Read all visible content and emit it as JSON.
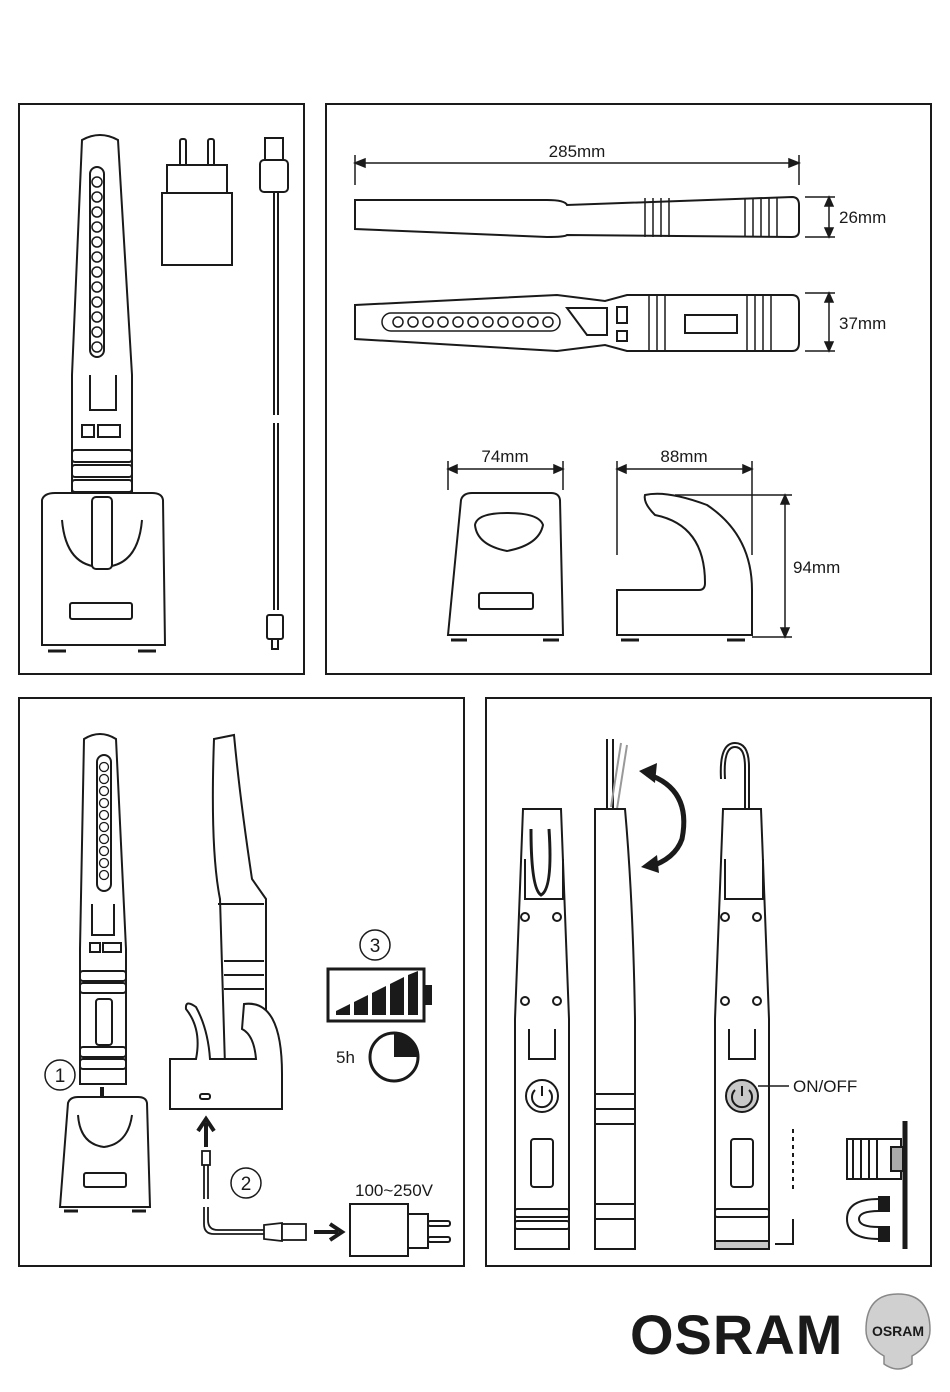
{
  "dimensions": {
    "length": "285mm",
    "height_side": "26mm",
    "height_front": "37mm",
    "base_width": "74mm",
    "base_depth": "88mm",
    "base_height": "94mm"
  },
  "charging": {
    "step1": "1",
    "step2": "2",
    "step3": "3",
    "voltage": "100~250V",
    "time": "5h"
  },
  "usage": {
    "switch_label": "ON/OFF"
  },
  "brand": {
    "name": "OSRAM",
    "badge_text": "OSRAM"
  },
  "colors": {
    "ink": "#1a1a1a",
    "panel_bg": "#ffffff",
    "badge_bg": "#d0d0d0"
  }
}
